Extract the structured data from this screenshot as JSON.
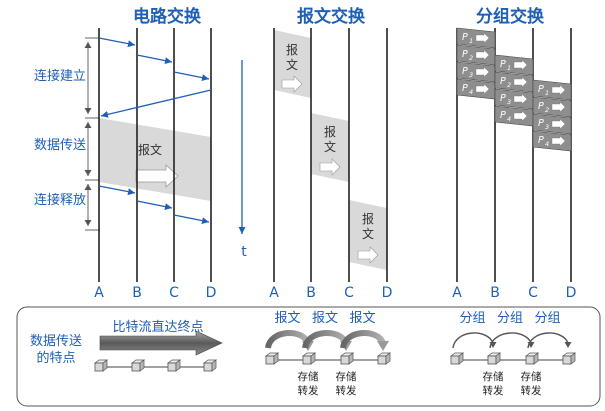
{
  "panels": {
    "circuit": {
      "title": "电路交换"
    },
    "message": {
      "title": "报文交换"
    },
    "packet": {
      "title": "分组交换"
    }
  },
  "phases": {
    "setup": "连接建立",
    "transfer": "数据传送",
    "release": "连接释放"
  },
  "message_label": "报文",
  "packet_label": "P",
  "packet_subscripts": [
    "1",
    "2",
    "3",
    "4"
  ],
  "time_label": "t",
  "nodes": [
    "A",
    "B",
    "C",
    "D"
  ],
  "bottom": {
    "feature_label_line1": "数据传送",
    "feature_label_line2": "的特点",
    "circuit_caption": "比特流直达终点",
    "message_captions": [
      "报文",
      "报文",
      "报文"
    ],
    "packet_captions": [
      "分组",
      "分组",
      "分组"
    ],
    "store_line1": "存储",
    "store_line2": "转发"
  },
  "colors": {
    "accent_blue": "#1f5fb4",
    "band_gray": "#d9d9d9",
    "packet_gray": "#8e8e8e"
  }
}
